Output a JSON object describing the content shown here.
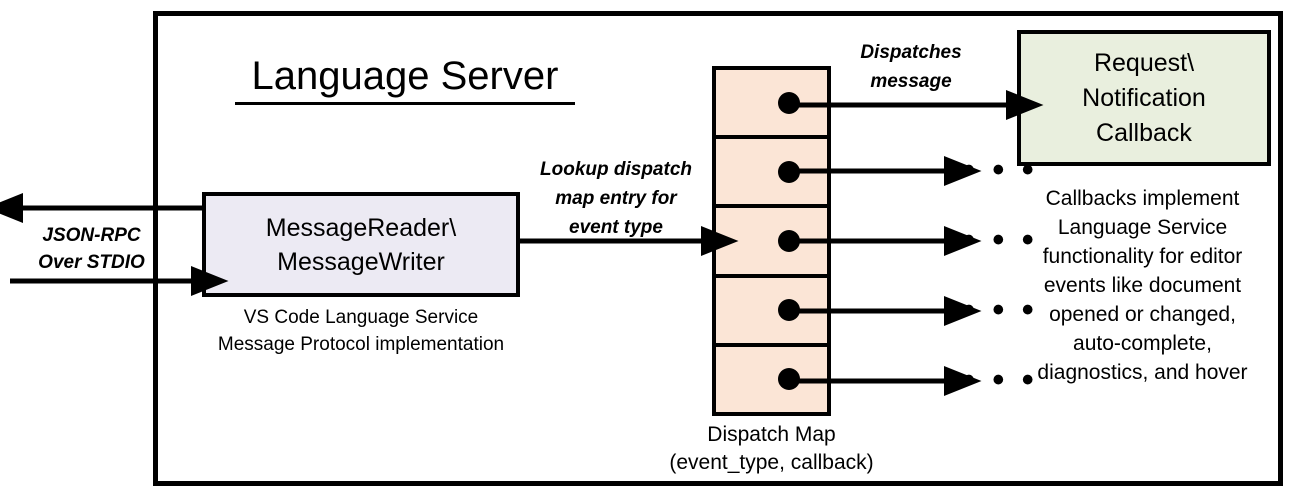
{
  "diagram": {
    "title": "Language Server",
    "message_box": {
      "label": "MessageReader\\\nMessageWriter",
      "caption": "VS Code Language Service\nMessage Protocol implementation",
      "fill": "#ECEAF3"
    },
    "transport": {
      "label": "JSON-RPC\nOver STDIO"
    },
    "lookup": {
      "label": "Lookup dispatch\nmap entry for\nevent type"
    },
    "dispatches": {
      "label": "Dispatches\nmessage"
    },
    "dispatch_map": {
      "caption": "Dispatch Map\n(event_type, callback)",
      "fill": "#FBE5D6",
      "rows": [
        {
          "dot": "entry-dot"
        },
        {
          "dot": "entry-dot"
        },
        {
          "dot": "entry-dot"
        },
        {
          "dot": "entry-dot"
        },
        {
          "dot": "entry-dot"
        }
      ]
    },
    "callback_box": {
      "label": "Request\\\nNotification\nCallback",
      "caption": "Callbacks implement\nLanguage Service\nfunctionality for editor\nevents like document\nopened or changed,\nauto-complete,\ndiagnostics, and hover",
      "fill": "#E9EFDE"
    },
    "ellipses": [
      "• • •",
      "• • •",
      "• • •",
      "• • •"
    ],
    "colors": {
      "stroke": "#000000",
      "background": "#FFFFFF"
    }
  }
}
